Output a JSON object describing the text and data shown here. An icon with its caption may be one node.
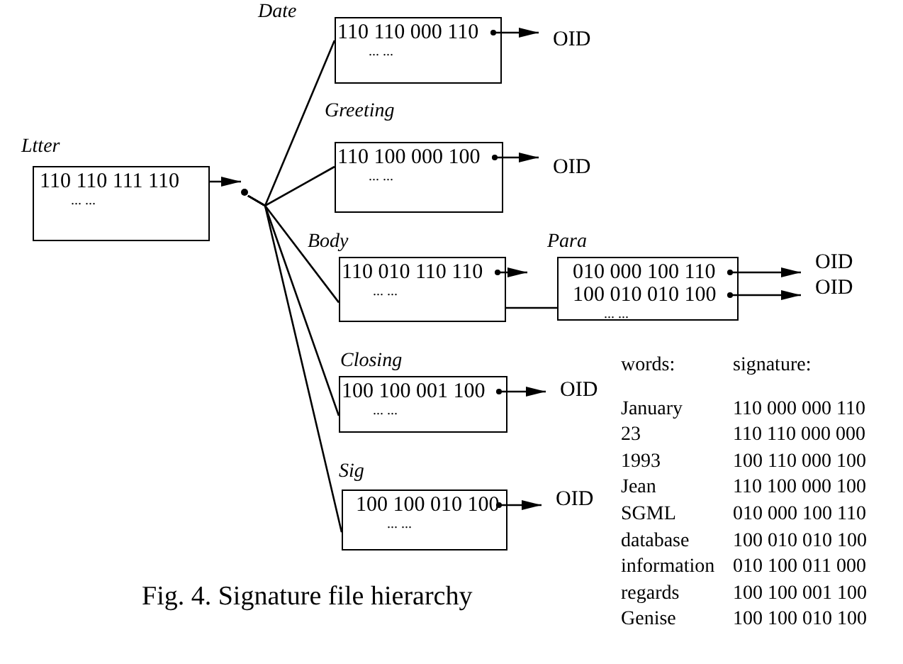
{
  "diagram": {
    "caption": "Fig. 4. Signature file hierarchy",
    "nodes": [
      {
        "text": [
          "Ltter",
          "110 110 111 110",
          "... ..."
        ]
      },
      {
        "text": [],
        "shape": "circle"
      },
      {
        "text": [
          "Date",
          "110 110 000 110",
          "... ..."
        ]
      },
      {
        "text": [
          "OID"
        ]
      },
      {
        "text": [
          "Greeting",
          "110 100 000 100",
          "... ..."
        ]
      },
      {
        "text": [
          "OID"
        ]
      },
      {
        "text": [
          "Body",
          "110 010 110 110",
          "... ..."
        ]
      },
      {
        "text": [
          "Para",
          "010 000 100 110",
          "100 010 010 100",
          "... ..."
        ]
      },
      {
        "text": [
          "OID"
        ]
      },
      {
        "text": [
          "OID"
        ]
      },
      {
        "text": [
          "Closing",
          "100 100 001 100",
          "... ..."
        ]
      },
      {
        "text": [
          "OID"
        ]
      },
      {
        "text": [
          "Sig",
          "100 100 010 100",
          "... ..."
        ]
      },
      {
        "text": [
          "OID"
        ]
      }
    ],
    "edges": [
      {
        "from": 0,
        "to": 1,
        "arrow": "to"
      },
      {
        "from": 1,
        "to": 2,
        "arrow": "none"
      },
      {
        "from": 1,
        "to": 4,
        "arrow": "none"
      },
      {
        "from": 1,
        "to": 6,
        "arrow": "none"
      },
      {
        "from": 1,
        "to": 10,
        "arrow": "none"
      },
      {
        "from": 1,
        "to": 12,
        "arrow": "none"
      },
      {
        "from": 2,
        "to": 3,
        "arrow": "to"
      },
      {
        "from": 4,
        "to": 5,
        "arrow": "to"
      },
      {
        "from": 6,
        "to": null,
        "arrow": "to"
      },
      {
        "from": 6,
        "to": 7,
        "arrow": "none"
      },
      {
        "from": 7,
        "to": 8,
        "arrow": "to"
      },
      {
        "from": 7,
        "to": 9,
        "arrow": "to"
      },
      {
        "from": 10,
        "to": 11,
        "arrow": "to"
      },
      {
        "from": 12,
        "to": 13,
        "arrow": "to"
      }
    ],
    "labels": [
      "words:",
      "signature:",
      "January",
      "110 000 000 110",
      "23",
      "110 110 000 000",
      "1993",
      "100 110 000 100",
      "Jean",
      "110 100 000 100",
      "SGML",
      "010 000 100 110",
      "database",
      "100 010 010 100",
      "information",
      "010 100 011 000",
      "regards",
      "100 100 001 100",
      "Genise",
      "100 100 010 100"
    ]
  }
}
